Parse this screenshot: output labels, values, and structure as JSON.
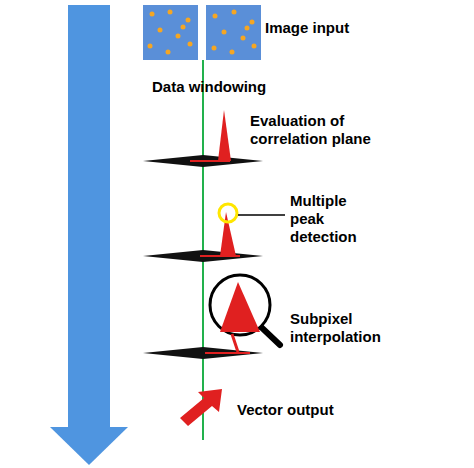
{
  "diagram": {
    "labels": [
      "Image input",
      "Data windowing",
      "Evaluation of correlation plane",
      "Multiple peak detection",
      "Subpixel interpolation",
      "Vector output"
    ]
  }
}
